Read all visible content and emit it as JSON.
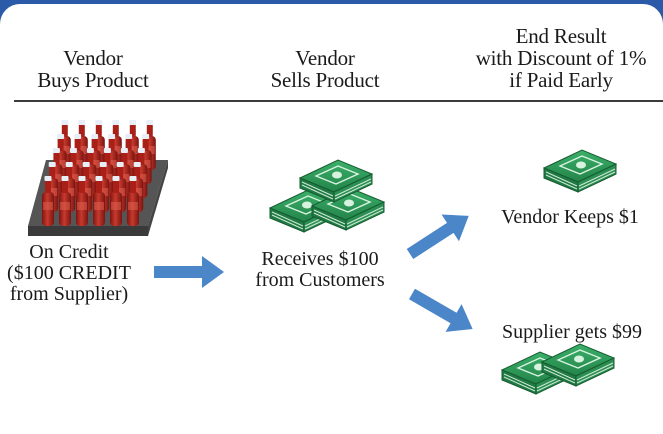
{
  "headers": {
    "col1": [
      "Vendor",
      "Buys Product"
    ],
    "col2": [
      "Vendor",
      "Sells Product"
    ],
    "col3": [
      "End Result",
      "with Discount of 1%",
      "if Paid Early"
    ]
  },
  "labels": {
    "on_credit": [
      "On Credit",
      "($100 CREDIT",
      "from Supplier)"
    ],
    "receives": [
      "Receives $100",
      "from Customers"
    ],
    "vendor_keeps": "Vendor Keeps $1",
    "supplier_gets": "Supplier gets $99"
  },
  "colors": {
    "frame": "#2b5aa8",
    "arrow": "#4a86c8",
    "money": "#2f9b57",
    "bottle": "#b5231e"
  },
  "icons": [
    "ketchup-crate-icon",
    "money-stack-icon",
    "arrow-right-icon"
  ]
}
